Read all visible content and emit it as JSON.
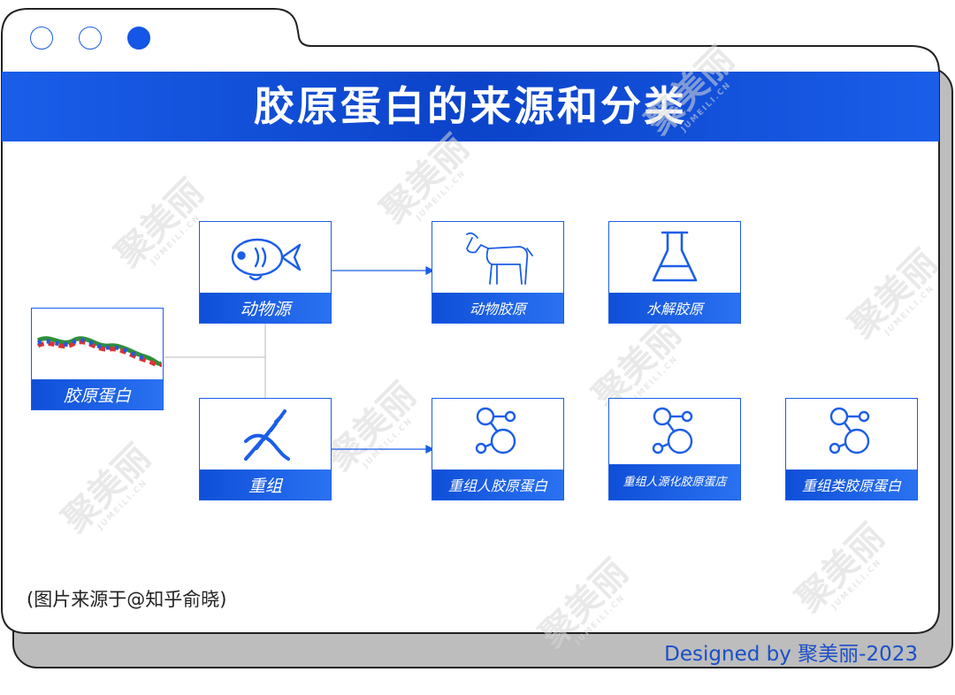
{
  "title": "胶原蛋白的来源和分类",
  "window_dots": [
    {
      "name": "dot-1",
      "state": "outline"
    },
    {
      "name": "dot-2",
      "state": "outline"
    },
    {
      "name": "dot-3",
      "state": "filled"
    }
  ],
  "root": {
    "label": "胶原蛋白",
    "icon": "collagen-helix-image"
  },
  "sources": [
    {
      "label": "动物源",
      "icon": "fish-icon"
    },
    {
      "label": "重组",
      "icon": "dna-icon"
    }
  ],
  "animal_types": [
    {
      "label": "动物胶原",
      "icon": "goat-icon"
    },
    {
      "label": "水解胶原",
      "icon": "flask-icon"
    }
  ],
  "recombinant_types": [
    {
      "label": "重组人胶原蛋白",
      "icon": "molecule-icon"
    },
    {
      "label": "重组人源化胶原蛋店",
      "icon": "molecule-icon"
    },
    {
      "label": "重组类胶原蛋白",
      "icon": "molecule-icon"
    }
  ],
  "watermark": {
    "text": "聚美丽",
    "sub": "JUMEILI.CN"
  },
  "source_note": "(图片来源于@知乎俞晓)",
  "footer": "Designed by 聚美丽-2023",
  "colors": {
    "accent": "#1556e6",
    "text": "#222222",
    "footer": "#1a4fc8"
  }
}
